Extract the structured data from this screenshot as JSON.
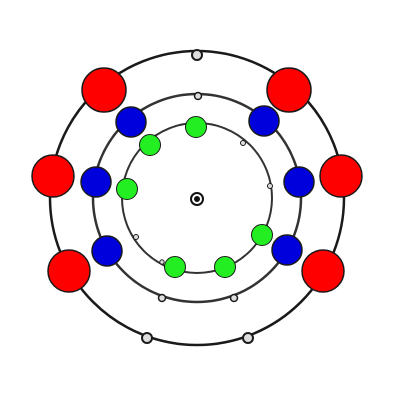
{
  "diagram": {
    "colors": {
      "background": "#ffffff",
      "ring_stroke": "#1a1a1a",
      "inner_ring_stroke": "#333333",
      "small_marker_fill": "#dddddd",
      "red": "#ff0000",
      "blue": "#0000dd",
      "green": "#22ee22",
      "center_fill": "#111111"
    },
    "center_icon": "nucleus-dot-icon",
    "rings": [
      {
        "name": "outer-ring",
        "large_dots": [
          {
            "color": "red"
          },
          {
            "color": "red"
          },
          {
            "color": "red"
          },
          {
            "color": "red"
          },
          {
            "color": "red"
          },
          {
            "color": "red"
          }
        ],
        "small_markers": 3
      },
      {
        "name": "middle-ring",
        "large_dots": [
          {
            "color": "blue"
          },
          {
            "color": "blue"
          },
          {
            "color": "blue"
          },
          {
            "color": "blue"
          },
          {
            "color": "blue"
          },
          {
            "color": "blue"
          }
        ],
        "small_markers": 3
      },
      {
        "name": "inner-ring",
        "large_dots": [
          {
            "color": "green"
          },
          {
            "color": "green"
          },
          {
            "color": "green"
          },
          {
            "color": "green"
          },
          {
            "color": "green"
          },
          {
            "color": "green"
          }
        ],
        "small_markers": 4
      }
    ]
  }
}
